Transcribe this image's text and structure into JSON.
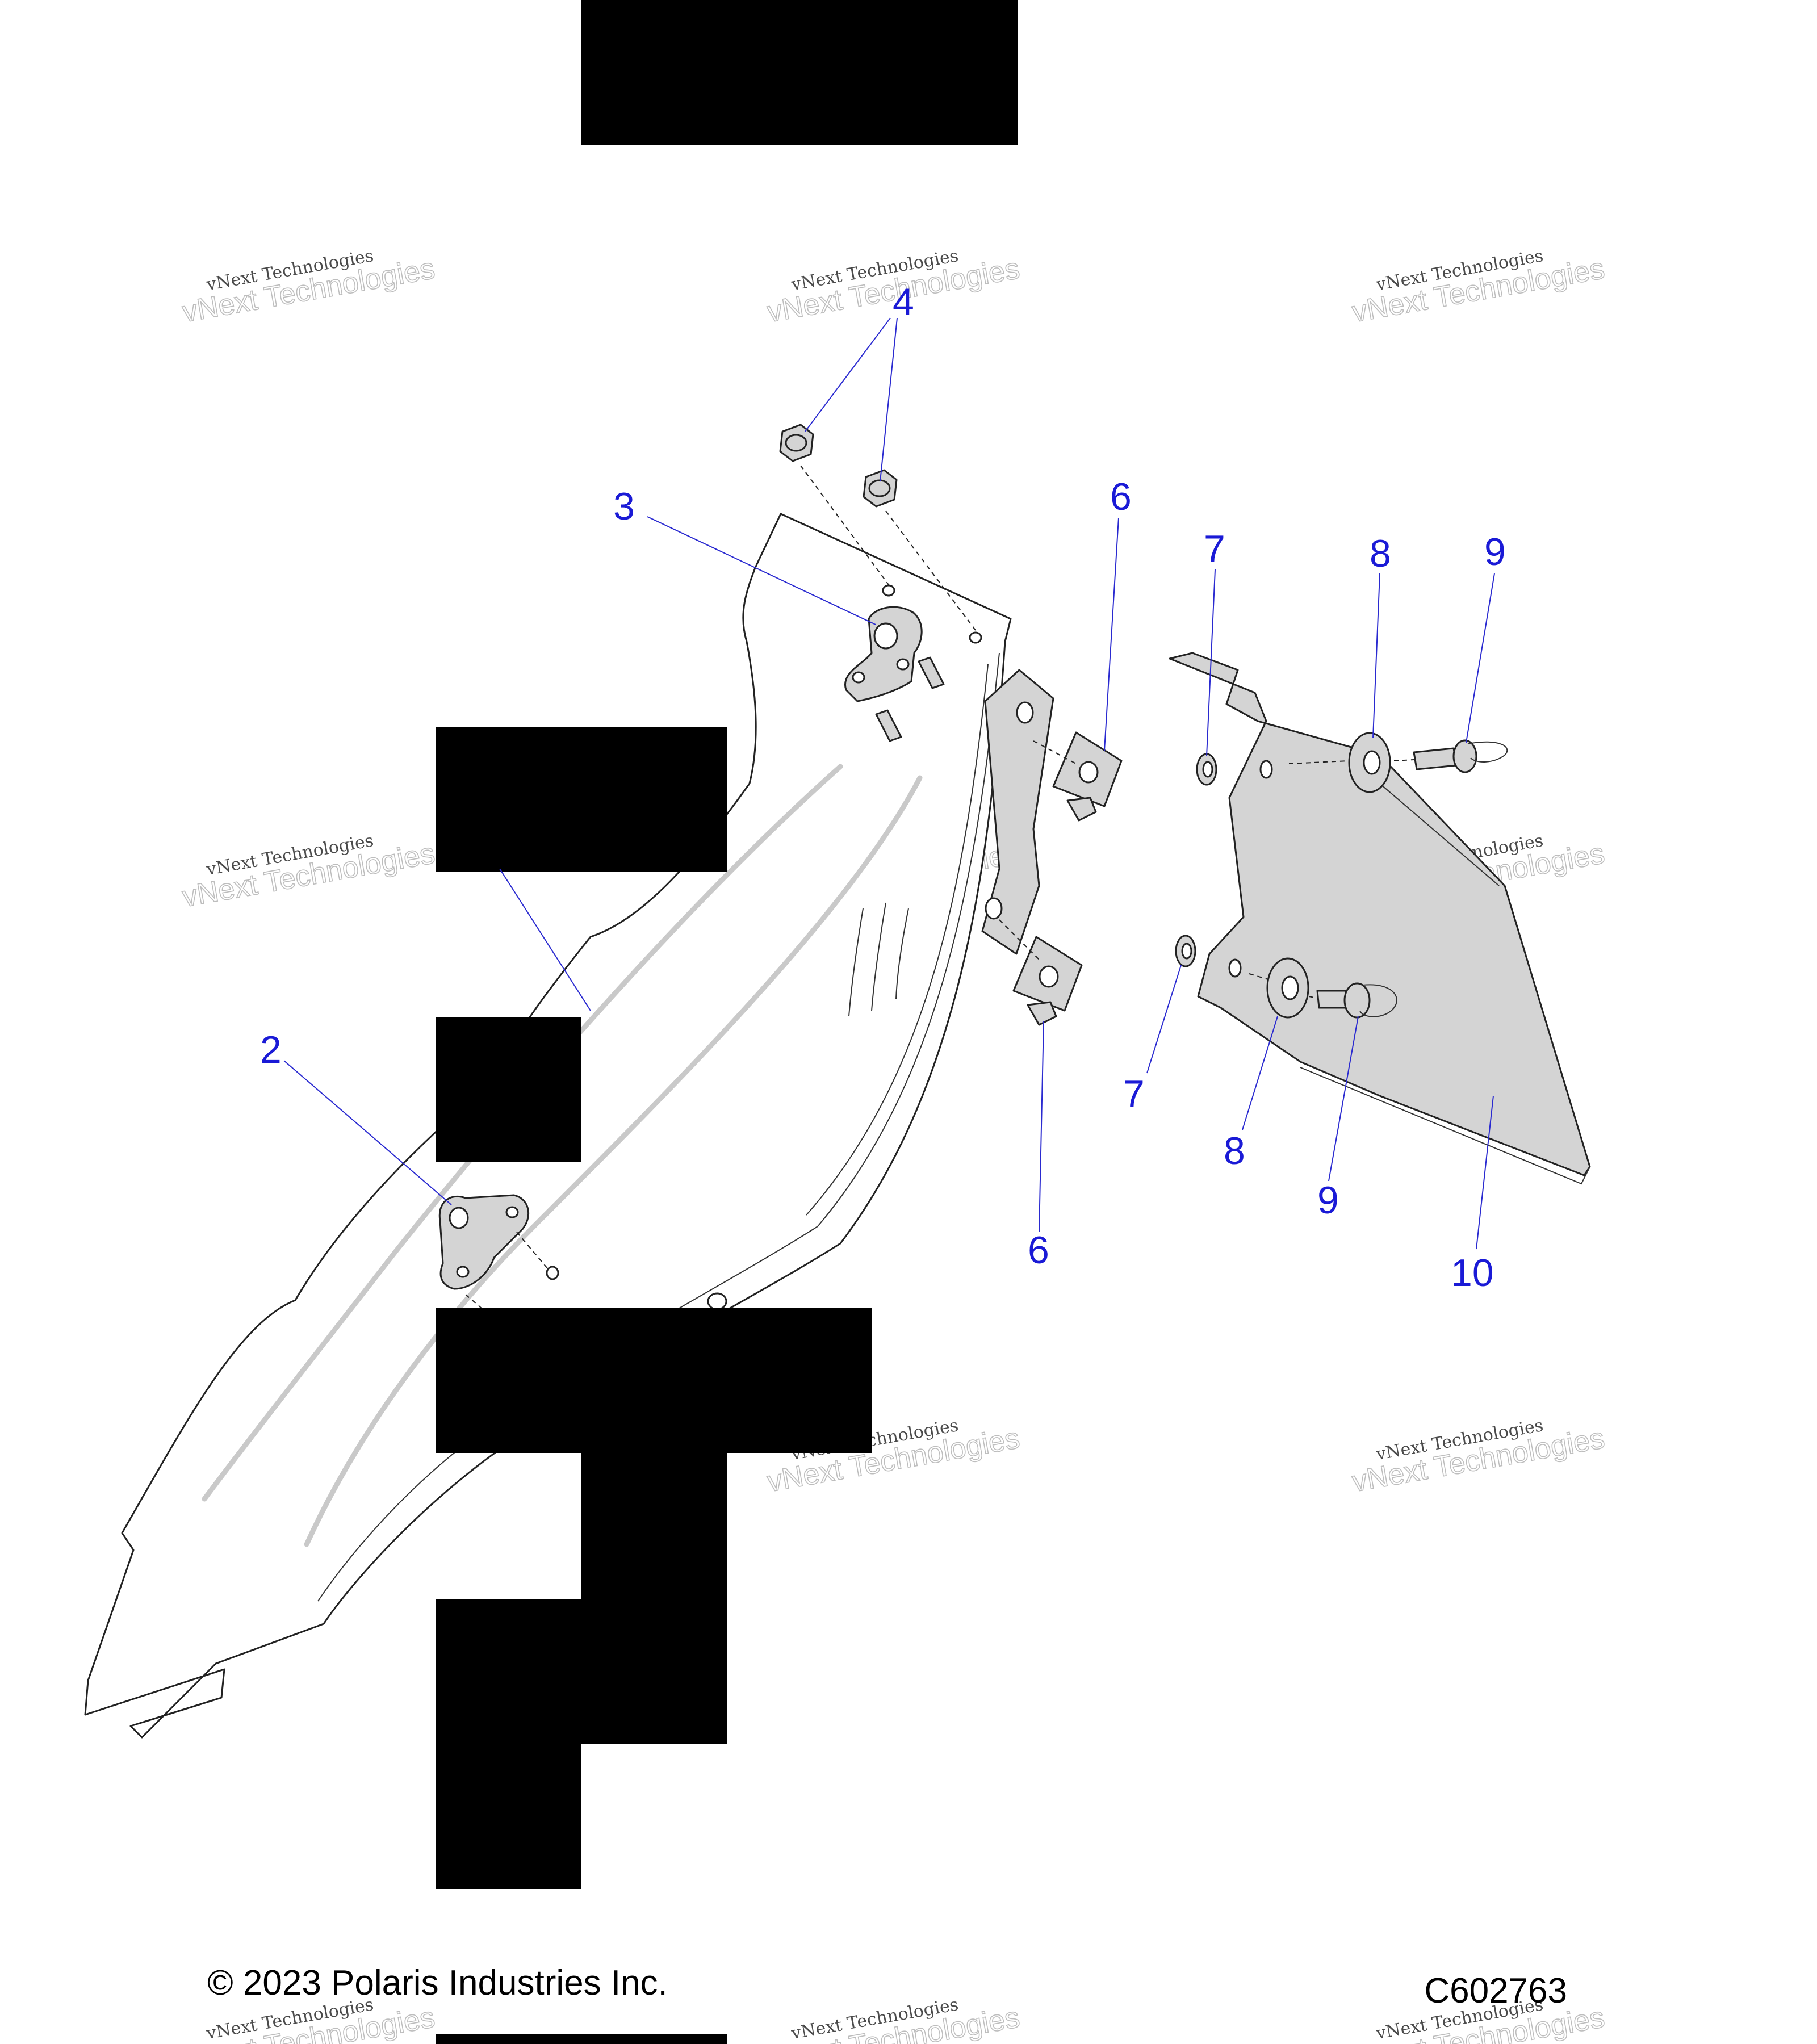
{
  "callouts": {
    "c2": "2",
    "c3": "3",
    "c4": "4",
    "c6_top": "6",
    "c6_bottom": "6",
    "c7_top": "7",
    "c7_bottom": "7",
    "c8_top": "8",
    "c8_bottom": "8",
    "c9_top": "9",
    "c9_bottom": "9",
    "c10": "10"
  },
  "watermark": {
    "line1": "vNext Technologies",
    "line2": "vNext Technologies"
  },
  "footer": {
    "copyright": "© 2023 Polaris Industries Inc.",
    "diagram_code": "C602763"
  },
  "colors": {
    "callout": "#1a1ad6",
    "redaction": "#000000",
    "part_fill": "#d4d4d4"
  }
}
